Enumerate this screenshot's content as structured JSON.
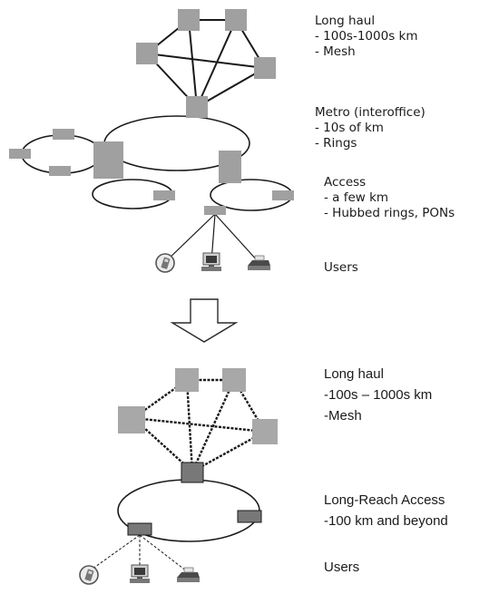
{
  "top_diagram": {
    "long_haul": {
      "title": "Long haul",
      "lines": [
        "- 100s-1000s km",
        "- Mesh"
      ]
    },
    "metro": {
      "title": "Metro (interoffice)",
      "lines": [
        "- 10s of km",
        "- Rings"
      ]
    },
    "access": {
      "title": "Access",
      "lines": [
        "- a few km",
        "- Hubbed rings, PONs"
      ]
    },
    "users": "Users"
  },
  "bottom_diagram": {
    "long_haul": {
      "title": "Long haul",
      "lines": [
        "-100s – 1000s km",
        "-Mesh"
      ]
    },
    "access": {
      "title": "Long-Reach Access",
      "lines": [
        "-100 km and beyond"
      ]
    },
    "users": "Users"
  },
  "user_devices": [
    "phone-icon",
    "computer-icon",
    "printer-icon"
  ],
  "colors": {
    "node_top": "#a0a0a0",
    "node_bottom_mesh": "#a8a8a8",
    "node_bottom_access": "#787878",
    "line": "#1a1a1a"
  }
}
